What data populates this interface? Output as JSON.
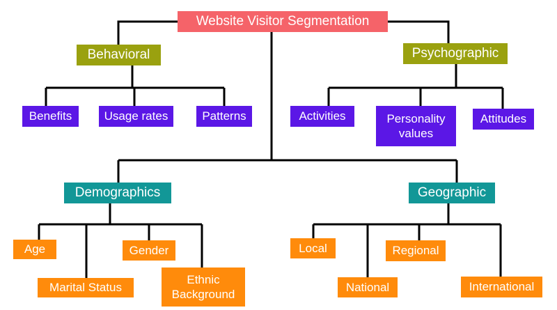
{
  "root": {
    "label": "Website Visitor Segmentation"
  },
  "branches": {
    "behavioral": {
      "label": "Behavioral",
      "children": [
        "Benefits",
        "Usage rates",
        "Patterns"
      ]
    },
    "psychographic": {
      "label": "Psychographic",
      "children": [
        "Activities",
        "Personality values",
        "Attitudes"
      ]
    },
    "demographics": {
      "label": "Demographics",
      "children": [
        "Age",
        "Marital Status",
        "Gender",
        "Ethnic Background"
      ]
    },
    "geographic": {
      "label": "Geographic",
      "children": [
        "Local",
        "National",
        "Regional",
        "International"
      ]
    }
  },
  "colors": {
    "root": "#f56369",
    "behavioral_psychographic": "#9aa10f",
    "behavioral_psychographic_children": "#5b17e6",
    "demographics_geographic": "#129797",
    "demographics_geographic_children": "#ff8b0b",
    "connector": "#000000"
  }
}
